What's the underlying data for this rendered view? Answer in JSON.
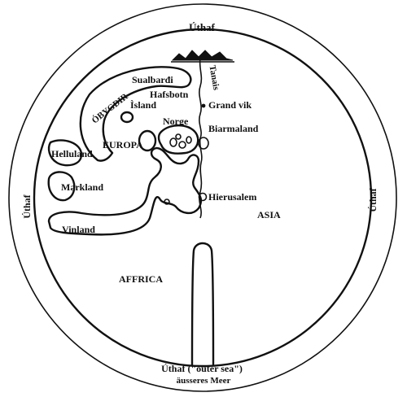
{
  "map": {
    "labels": {
      "uthaf_top": "Úthaf",
      "uthaf_left": "Úthaf",
      "uthaf_right": "Úthaf",
      "uthaf_bottom": "Úthaf (\"outer sea\")",
      "ausseres_meer": "äusseres Meer",
      "obygdir": "ÓBYGÐIR",
      "sualbardi": "Sualbarđi",
      "hafsbotn": "Hafsbotn",
      "island": "Ìsland",
      "tanais": "Tanais",
      "grand_vik": "Grand vik",
      "norge": "Norge",
      "biarmaland": "Biarmaland",
      "europa": "EUROPA",
      "helluland": "Helluland",
      "markland": "Markland",
      "hierusalem": "Hierusalem",
      "asia": "ASIA",
      "vinland": "Vinland",
      "affrica": "AFFRICA"
    }
  }
}
